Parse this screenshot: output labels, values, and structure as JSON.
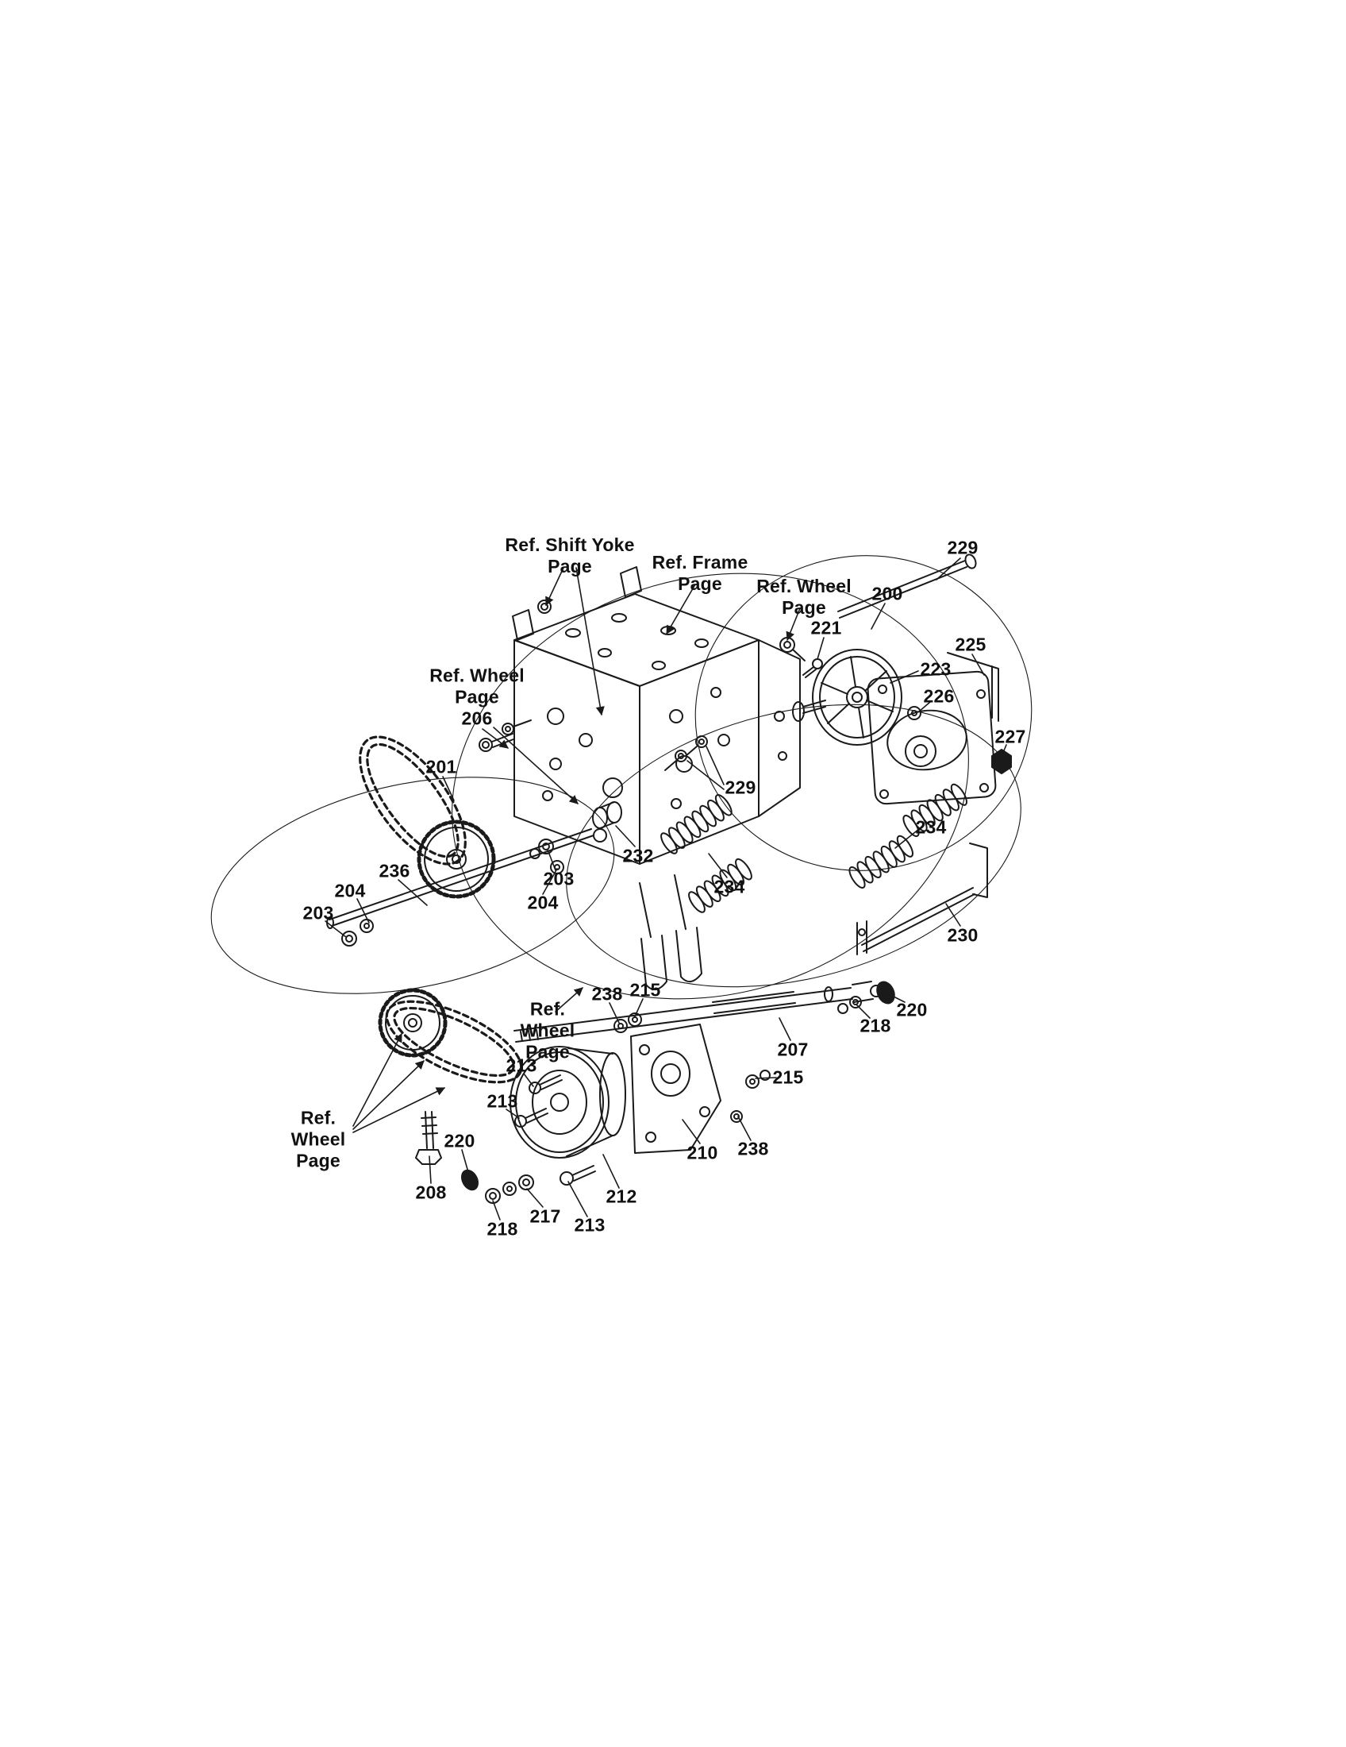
{
  "page": {
    "background": "#ffffff",
    "ink": "#1a1a1a",
    "description": "Exploded parts diagram of a drive system (traction drive) with numbered callouts"
  },
  "diagram": {
    "labels": [
      {
        "id": "ref-shift-yoke-page",
        "text": "Ref. Shift Yoke\nPage"
      },
      {
        "id": "ref-frame-page",
        "text": "Ref. Frame\nPage"
      },
      {
        "id": "ref-wheel-page-top",
        "text": "Ref. Wheel\nPage"
      },
      {
        "id": "part-229-a",
        "text": "229"
      },
      {
        "id": "part-200",
        "text": "200"
      },
      {
        "id": "part-221",
        "text": "221"
      },
      {
        "id": "part-225",
        "text": "225"
      },
      {
        "id": "part-223",
        "text": "223"
      },
      {
        "id": "part-226",
        "text": "226"
      },
      {
        "id": "part-227",
        "text": "227"
      },
      {
        "id": "ref-wheel-page-206",
        "text": "Ref. Wheel\nPage\n206"
      },
      {
        "id": "part-201",
        "text": "201"
      },
      {
        "id": "part-229-b",
        "text": "229"
      },
      {
        "id": "part-232",
        "text": "232"
      },
      {
        "id": "part-234-a",
        "text": "234"
      },
      {
        "id": "part-203-a",
        "text": "203"
      },
      {
        "id": "part-204-a",
        "text": "204"
      },
      {
        "id": "part-236",
        "text": "236"
      },
      {
        "id": "part-204-b",
        "text": "204"
      },
      {
        "id": "part-203-b",
        "text": "203"
      },
      {
        "id": "part-234-b",
        "text": "234"
      },
      {
        "id": "part-230",
        "text": "230"
      },
      {
        "id": "part-220-a",
        "text": "220"
      },
      {
        "id": "part-218-a",
        "text": "218"
      },
      {
        "id": "part-215-a",
        "text": "215"
      },
      {
        "id": "part-238-a",
        "text": "238"
      },
      {
        "id": "ref-wheel-page-mid",
        "text": "Ref.\nWheel\nPage"
      },
      {
        "id": "part-207",
        "text": "207"
      },
      {
        "id": "part-213-a",
        "text": "213"
      },
      {
        "id": "part-215-b",
        "text": "215"
      },
      {
        "id": "part-213-b",
        "text": "213"
      },
      {
        "id": "part-210",
        "text": "210"
      },
      {
        "id": "part-238-b",
        "text": "238"
      },
      {
        "id": "ref-wheel-page-bottom",
        "text": "Ref.\nWheel\nPage"
      },
      {
        "id": "part-220-b",
        "text": "220"
      },
      {
        "id": "part-208",
        "text": "208"
      },
      {
        "id": "part-212",
        "text": "212"
      },
      {
        "id": "part-218-b",
        "text": "218"
      },
      {
        "id": "part-217",
        "text": "217"
      },
      {
        "id": "part-213-c",
        "text": "213"
      }
    ]
  }
}
